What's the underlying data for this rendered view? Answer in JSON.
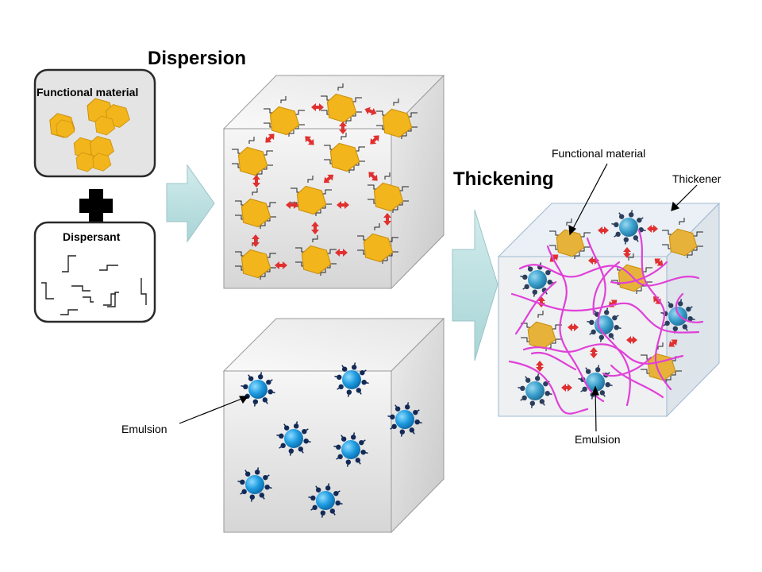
{
  "headings": {
    "dispersion": "Dispersion",
    "thickening": "Thickening"
  },
  "inputs": {
    "functional_material": "Functional material",
    "dispersant": "Dispersant"
  },
  "labels": {
    "emulsion_left": "Emulsion",
    "functional_material_right": "Functional material",
    "thickener": "Thickener",
    "emulsion_right": "Emulsion"
  },
  "colors": {
    "particle": "#f2b51c",
    "particle_stroke": "#c98f0c",
    "emulsion_core": "#1e9be0",
    "emulsion_ligand": "#132a57",
    "arrow": "#e03030",
    "thickener": "#e040d8",
    "flow_arrow": "#bfe0e0"
  }
}
